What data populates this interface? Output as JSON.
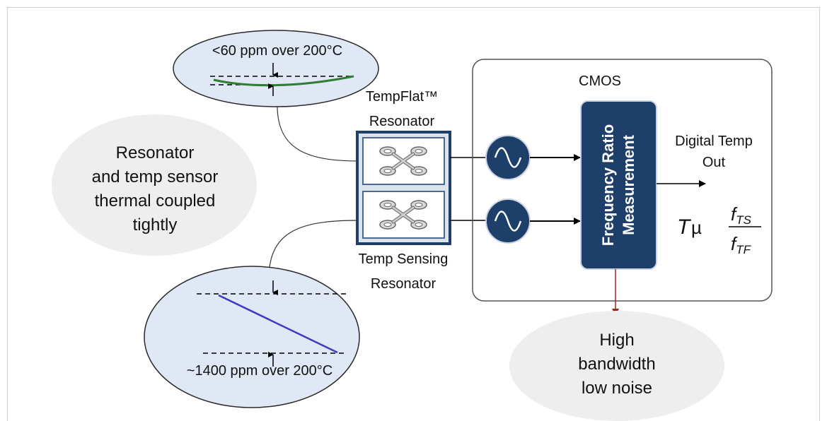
{
  "colors": {
    "ellipse_fill": "#dfe8f4",
    "bubble_fill": "#eeeeee",
    "oscillator_fill": "#1f3f6b",
    "measurement_fill": "#1f3f6b",
    "flat_curve": "#2e7d32",
    "sensing_line": "#3b3bc4",
    "noise_arrow": "#9a2a1a",
    "cmos_border": "#555555"
  },
  "icons": [
    "sine-wave-icon",
    "resonator-icon"
  ],
  "top_ellipse": {
    "label": "<60 ppm over 200°C"
  },
  "bottom_ellipse": {
    "label": "~1400 ppm over 200°C"
  },
  "tempflat": {
    "line1": "TempFlat™",
    "line2": "Resonator"
  },
  "temp_sensing": {
    "line1": "Temp Sensing",
    "line2": "Resonator"
  },
  "coupling_bubble": {
    "lines": [
      "Resonator",
      "and temp sensor",
      "thermal coupled",
      "tightly"
    ]
  },
  "cmos": {
    "label": "CMOS",
    "measurement_line1": "Frequency Ratio",
    "measurement_line2": "Measurement"
  },
  "output": {
    "line1": "Digital Temp",
    "line2": "Out"
  },
  "formula": {
    "lhs": "T",
    "rel": "µ",
    "num": "f",
    "num_sub": "TS",
    "den": "f",
    "den_sub": "TF"
  },
  "noise_bubble": {
    "lines": [
      "High",
      "bandwidth",
      "low noise"
    ]
  }
}
